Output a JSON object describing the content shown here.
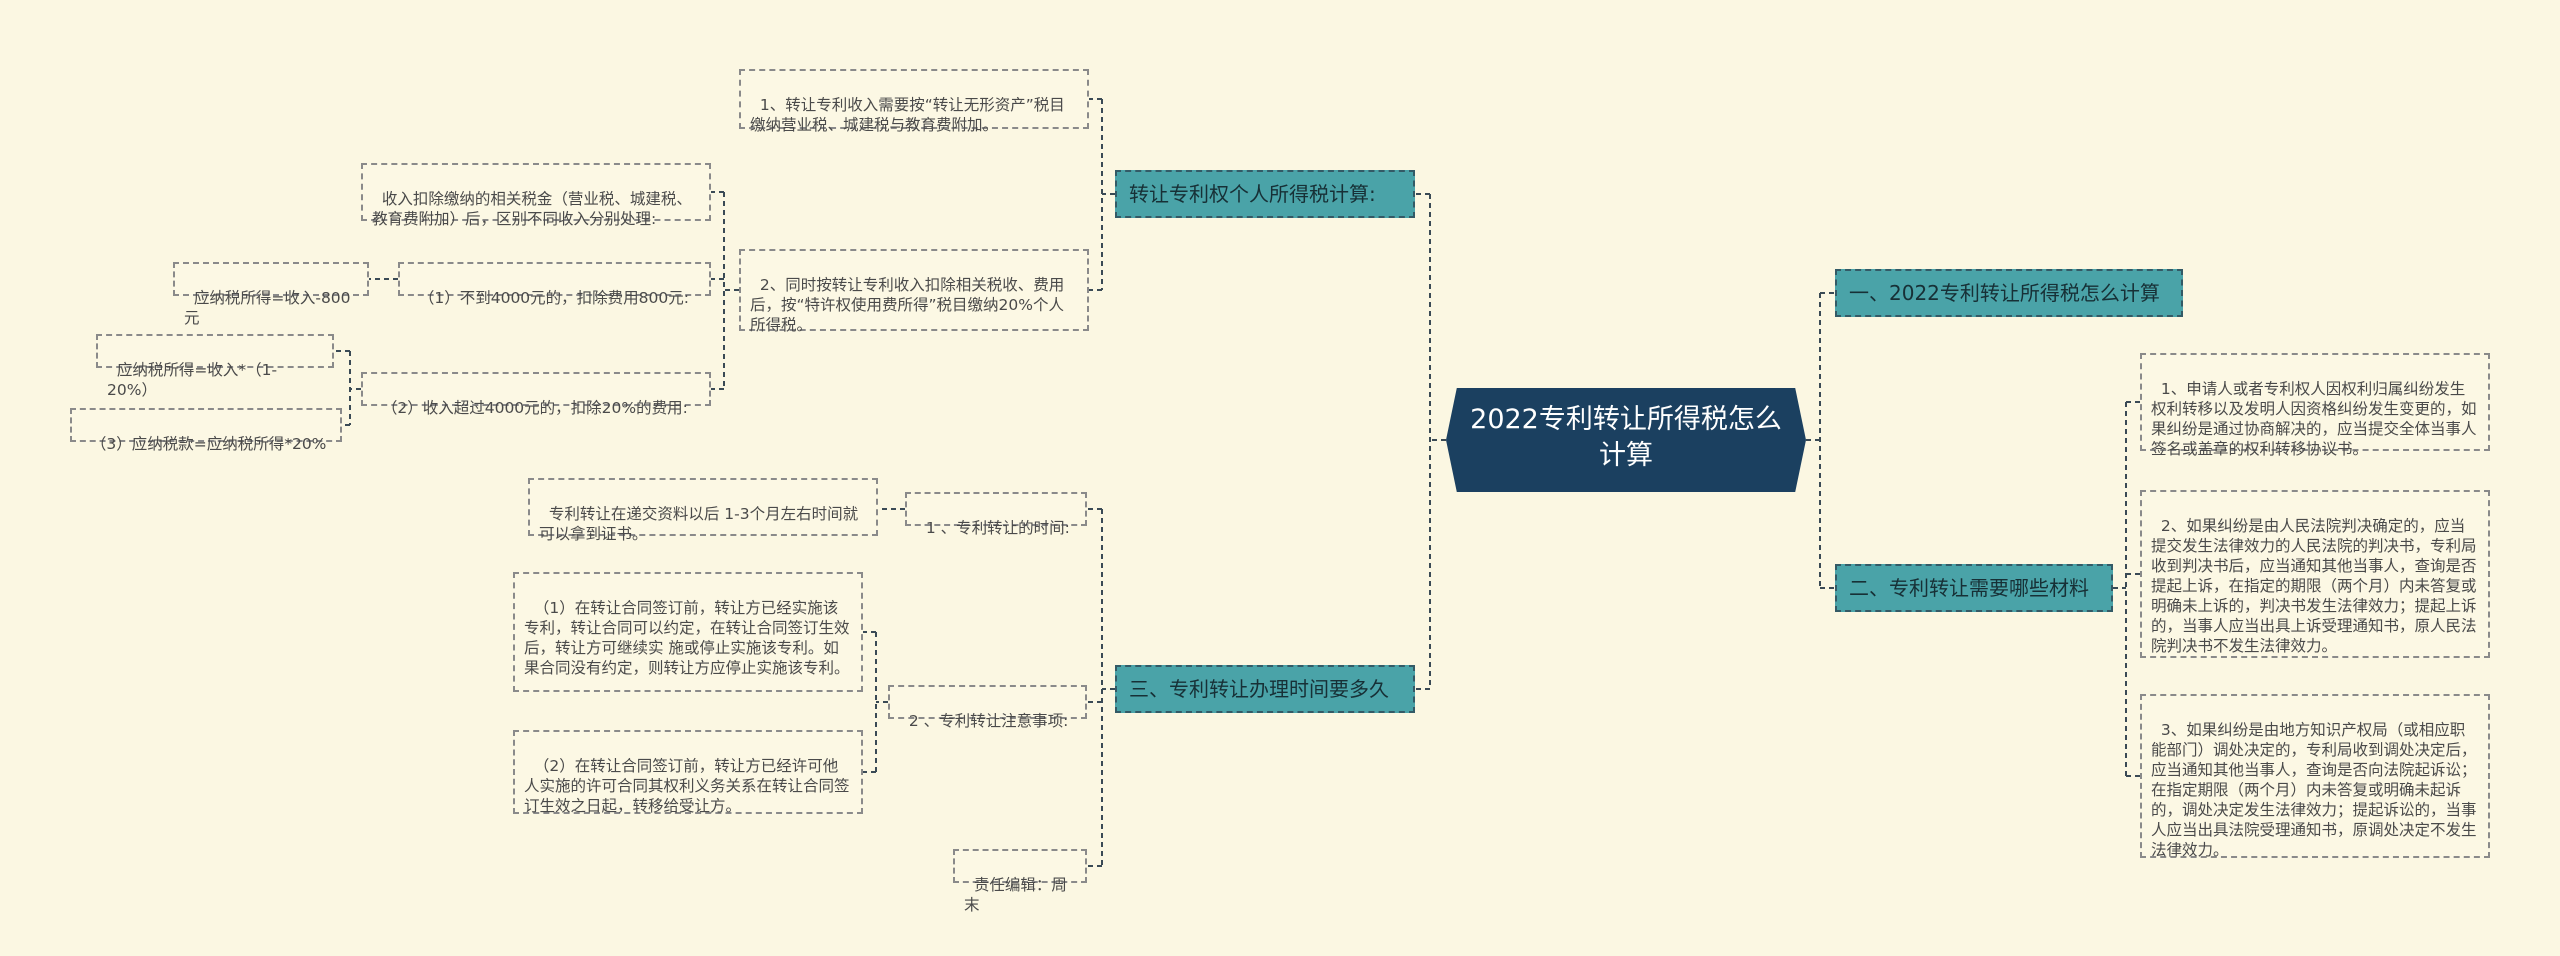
{
  "root": {
    "title": "2022专利转让所得税怎么计算"
  },
  "right_branches": {
    "b1": {
      "label": "一、2022专利转让所得税怎么计算"
    },
    "b2": {
      "label": "二、专利转让需要哪些材料",
      "items": [
        "1、申请人或者专利权人因权利归属纠纷发生权利转移以及发明人因资格纠纷发生变更的，如果纠纷是通过协商解决的，应当提交全体当事人签名或盖章的权利转移协议书。",
        "2、如果纠纷是由人民法院判决确定的，应当提交发生法律效力的人民法院的判决书，专利局收到判决书后，应当通知其他当事人，查询是否提起上诉，在指定的期限（两个月）内未答复或明确未上诉的，判决书发生法律效力；提起上诉的，当事人应当出具上诉受理通知书，原人民法院判决书不发生法律效力。",
        "3、如果纠纷是由地方知识产权局（或相应职能部门）调处决定的，专利局收到调处决定后，应当通知其他当事人，查询是否向法院起诉讼；在指定期限（两个月）内未答复或明确未起诉的，调处决定发生法律效力；提起诉讼的，当事人应当出具法院受理通知书，原调处决定不发生法律效力。"
      ]
    }
  },
  "left_branches": {
    "tax": {
      "label": "转让专利权个人所得税计算:",
      "item1": "1、转让专利收入需要按“转让无形资产”税目缴纳营业税、城建税与教育费附加。",
      "item2": "2、同时按转让专利收入扣除相关税收、费用后，按“特许权使用费所得”税目缴纳20%个人所得税。",
      "deduct_intro": "收入扣除缴纳的相关税金（营业税、城建税、教育费附加）后，区别不同收入分别处理:",
      "case1": "（1）不到4000元的，扣除费用800元:",
      "case1_formula": "应纳税所得=收入-800元",
      "case2": "（2）收入超过4000元的，扣除20%的费用:",
      "case2_formula": "应纳税所得=收入*（1-20%）",
      "case3": "（3）应纳税款=应纳税所得*20%"
    },
    "time": {
      "label": "三、专利转让办理时间要多久",
      "sub1": "1 、专利转让的时间:",
      "sub1_detail": "专利转让在递交资料以后 1-3个月左右时间就可以拿到证书。",
      "sub2": "2 、专利转让注意事项:",
      "sub2_detail1": "（1）在转让合同签订前，转让方已经实施该专利，转让合同可以约定，在转让合同签订生效后，转让方可继续实 施或停止实施该专利。如果合同没有约定，则转让方应停止实施该专利。",
      "sub2_detail2": "（2）在转让合同签订前，转让方已经许可他人实施的许可合同其权利义务关系在转让合同签订生效之日起，转移给受让方。",
      "editor": "责任编辑：周末"
    }
  },
  "colors": {
    "background": "#fbf7e2",
    "root_fill": "#1b4060",
    "branch_fill": "#4aa3a8",
    "connector": "#3a4a55"
  }
}
